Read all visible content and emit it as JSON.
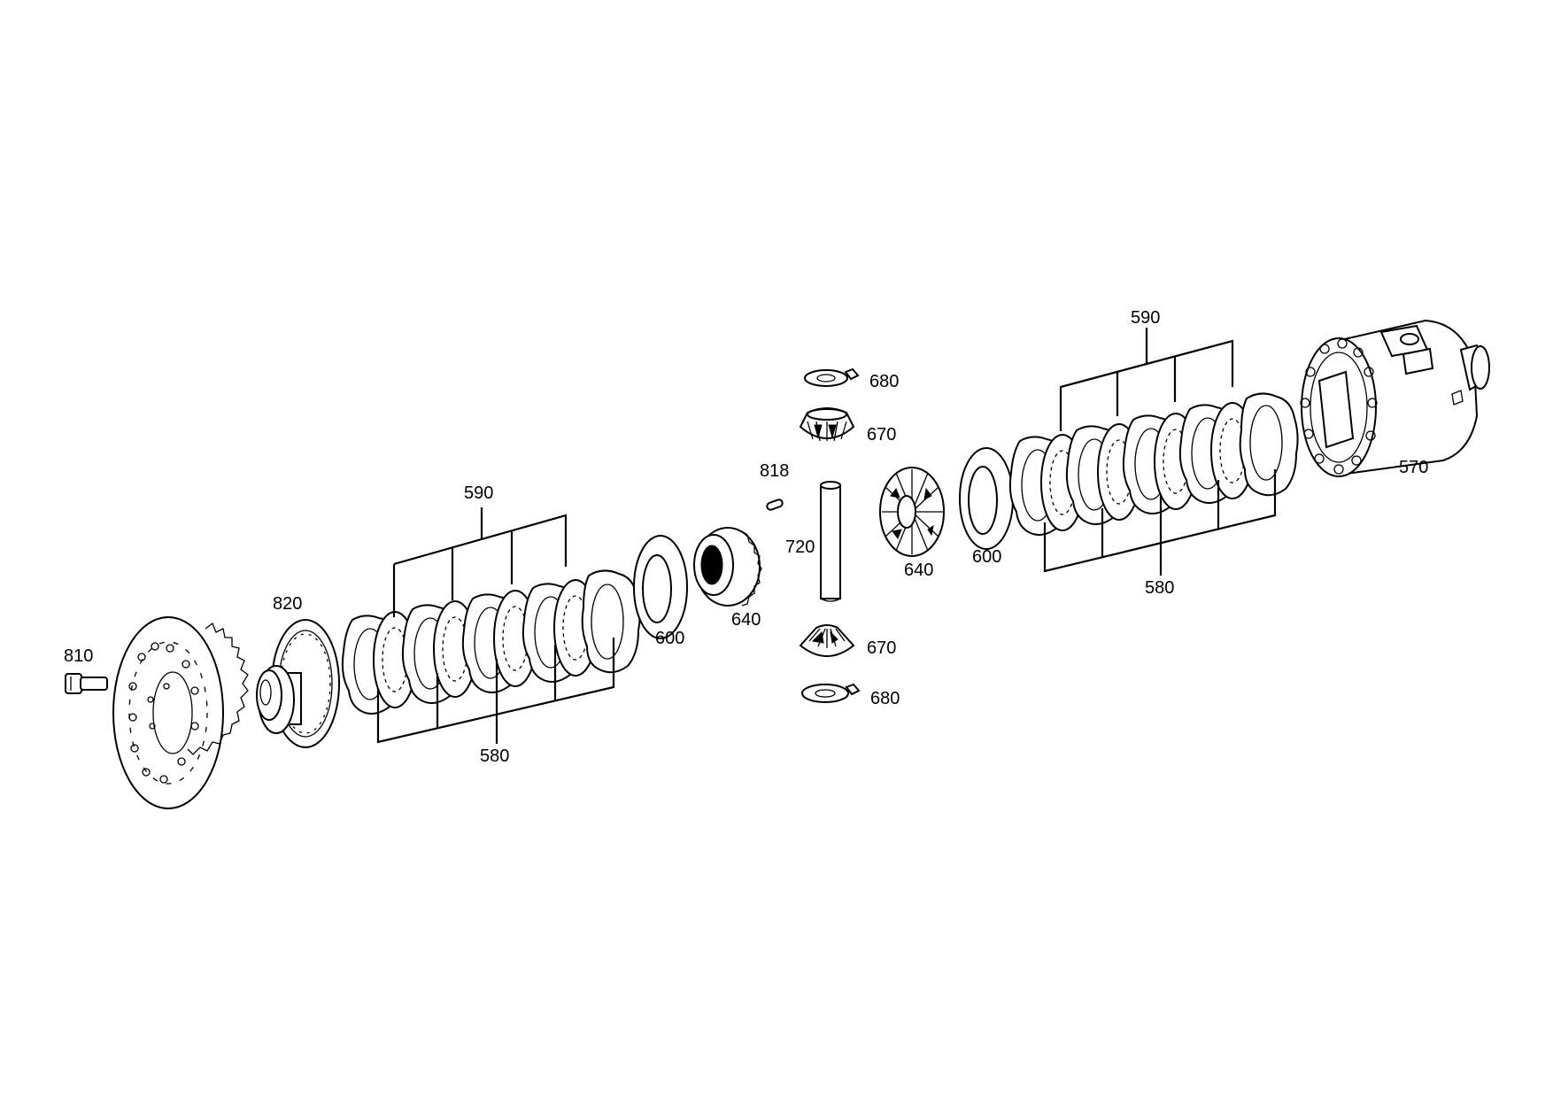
{
  "diagram": {
    "callouts": {
      "c810": "810",
      "c820": "820",
      "c590_left": "590",
      "c580_left": "580",
      "c600_left": "600",
      "c640_left": "640",
      "c818": "818",
      "c720": "720",
      "c680_top": "680",
      "c670_top": "670",
      "c670_bottom": "670",
      "c680_bottom": "680",
      "c640_right": "640",
      "c600_right": "600",
      "c590_right": "590",
      "c580_right": "580",
      "c570": "570"
    }
  }
}
